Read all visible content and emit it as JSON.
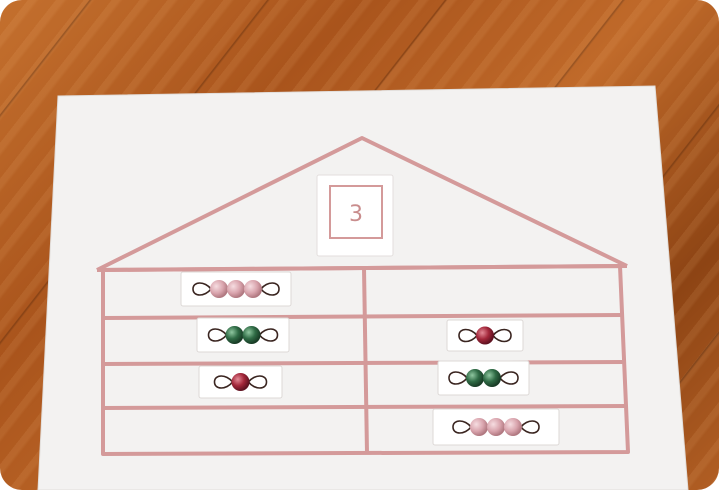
{
  "roof_number": "3",
  "colors": {
    "house_line": "#d49a9a",
    "paper": "#f3f2f1",
    "pink_bead": "#d9a4ad",
    "green_bead": "#2f6b45",
    "red_bead": "#a3273a",
    "wire": "#3a2520"
  },
  "rows": [
    {
      "left": {
        "beads": [
          "pink",
          "pink",
          "pink"
        ]
      },
      "right": null
    },
    {
      "left": {
        "beads": [
          "green",
          "green"
        ]
      },
      "right": {
        "beads": [
          "red"
        ]
      }
    },
    {
      "left": {
        "beads": [
          "red"
        ]
      },
      "right": {
        "beads": [
          "green",
          "green"
        ]
      }
    },
    {
      "left": null,
      "right": {
        "beads": [
          "pink",
          "pink",
          "pink"
        ]
      }
    }
  ]
}
